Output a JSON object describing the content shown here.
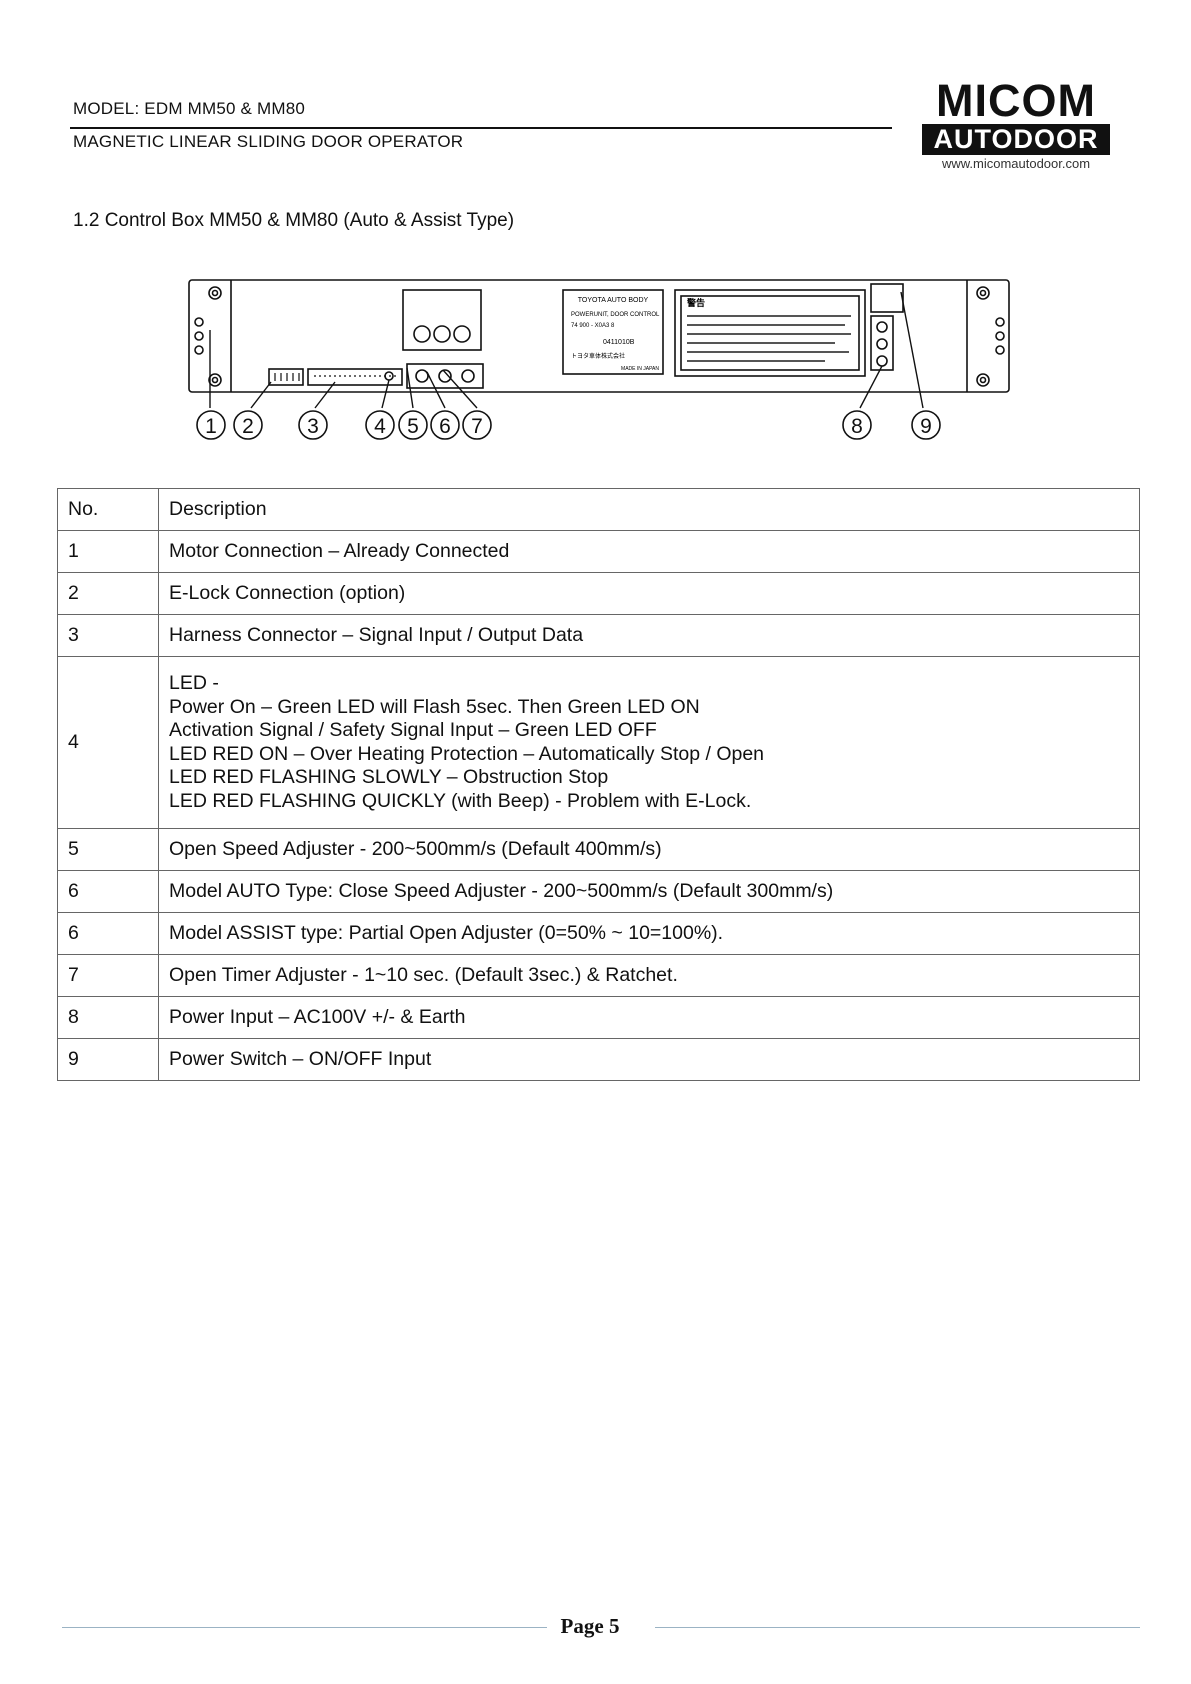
{
  "header": {
    "model": "MODEL: EDM MM50 & MM80",
    "subtitle": "MAGNETIC LINEAR SLIDING DOOR OPERATOR"
  },
  "logo": {
    "top": "MICOM",
    "bar": "AUTODOOR",
    "url": "www.micomautodoor.com"
  },
  "section_title": "1.2 Control Box MM50 & MM80 (Auto & Assist Type)",
  "diagram": {
    "callouts": [
      "1",
      "2",
      "3",
      "4",
      "5",
      "6",
      "7",
      "8",
      "9"
    ],
    "label_small": {
      "brand": "TOYOTA AUTO BODY",
      "line1": "POWERUNIT, DOOR CONTROL",
      "line2": "74 900 - X0A3 8",
      "serial": "0411010B",
      "maker": "トヨタ車体株式会社",
      "made_in": "MADE IN JAPAN"
    },
    "label_warning": {
      "title": "警告"
    }
  },
  "table": {
    "headers": {
      "no": "No.",
      "description": "Description"
    },
    "rows": [
      {
        "no": "1",
        "description": "Motor Connection – Already Connected"
      },
      {
        "no": "2",
        "description": "E-Lock Connection (option)"
      },
      {
        "no": "3",
        "description": "Harness Connector – Signal Input / Output Data"
      },
      {
        "no": "4",
        "lines": [
          "LED -",
          "Power On – Green LED will Flash 5sec. Then Green LED ON",
          "Activation Signal / Safety Signal Input – Green LED OFF",
          "LED RED ON – Over Heating Protection – Automatically Stop / Open",
          "LED RED FLASHING SLOWLY – Obstruction Stop",
          "LED RED FLASHING QUICKLY (with Beep) - Problem with E-Lock."
        ]
      },
      {
        "no": "5",
        "description": "Open Speed Adjuster - 200~500mm/s (Default 400mm/s)"
      },
      {
        "no": "6",
        "description": "Model AUTO Type: Close Speed Adjuster - 200~500mm/s (Default 300mm/s)"
      },
      {
        "no": "6",
        "description": "Model ASSIST type: Partial Open Adjuster (0=50% ~ 10=100%)."
      },
      {
        "no": "7",
        "description": "Open Timer Adjuster - 1~10 sec. (Default 3sec.) & Ratchet."
      },
      {
        "no": "8",
        "description": "Power Input – AC100V +/- & Earth"
      },
      {
        "no": "9",
        "description": "Power Switch – ON/OFF Input"
      }
    ]
  },
  "footer": {
    "page": "Page 5"
  }
}
